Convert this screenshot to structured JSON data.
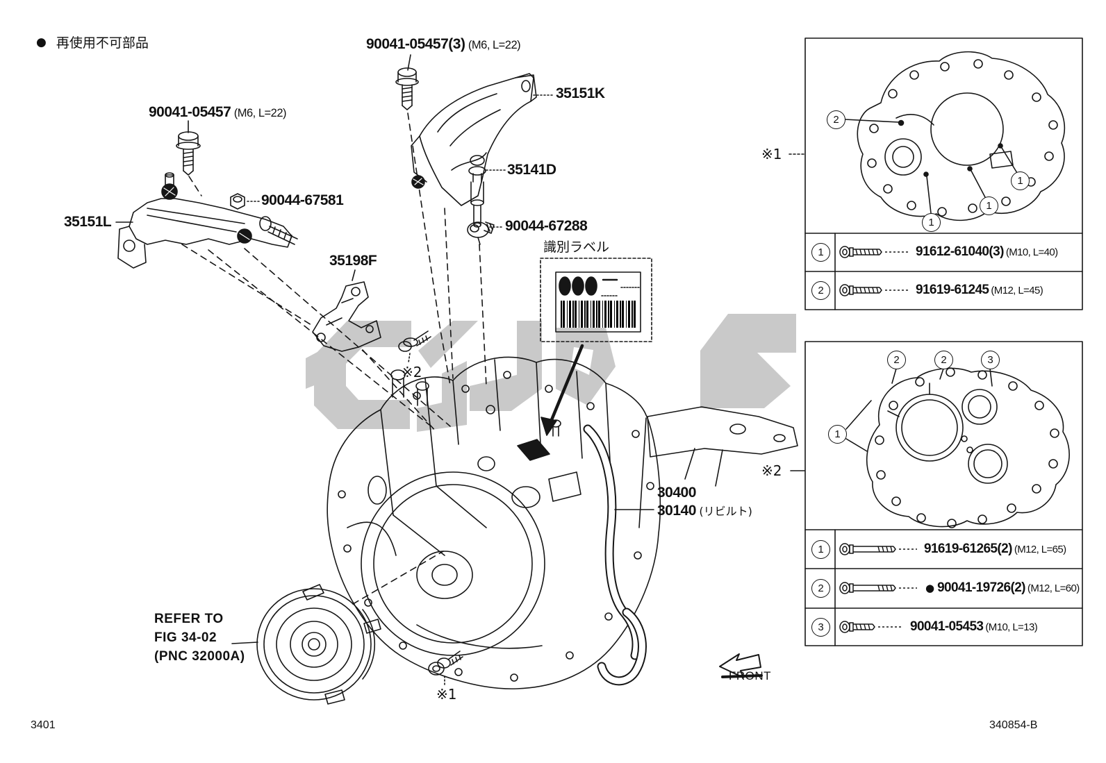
{
  "legend": {
    "bullet": "●",
    "text": "再使用不可部品"
  },
  "labels": {
    "bolt_top_center": {
      "code": "90041-05457(3)",
      "spec": "(M6, L=22)"
    },
    "bracket_k": "35151K",
    "bolt_top_left": {
      "code": "90041-05457",
      "spec": "(M6, L=22)"
    },
    "stud": "35141D",
    "nut": "90044-67581",
    "clamp": "90044-67288",
    "bracket_l": "35151L",
    "bracket_f": "35198F",
    "id_label_title": "識別ラベル",
    "ref2_marker": "※2",
    "ref1_marker": "※1",
    "assembly": {
      "code_new": "30400",
      "code_reman": "30140",
      "reman_note": "(リビルト)"
    },
    "refer": {
      "line1": "REFER TO",
      "line2": "FIG 34-02",
      "line3": "(PNC 32000A)"
    },
    "front": "FRONT"
  },
  "inset1": {
    "ref": "※1",
    "callouts": [
      "2",
      "1",
      "1",
      "1"
    ],
    "parts": [
      {
        "num": "1",
        "code": "91612-61040(3)",
        "spec": "(M10, L=40)"
      },
      {
        "num": "2",
        "code": "91619-61245",
        "spec": "(M12, L=45)"
      }
    ]
  },
  "inset2": {
    "ref": "※2",
    "callouts": [
      "2",
      "2",
      "3",
      "1"
    ],
    "parts": [
      {
        "num": "1",
        "code": "91619-61265(2)",
        "spec": "(M12, L=65)"
      },
      {
        "num": "2",
        "bullet": "●",
        "code": "90041-19726(2)",
        "spec": "(M12, L=60)"
      },
      {
        "num": "3",
        "code": "90041-05453",
        "spec": "(M10, L=13)"
      }
    ]
  },
  "footer": {
    "page_no": "3401",
    "doc_no": "340854-B"
  }
}
